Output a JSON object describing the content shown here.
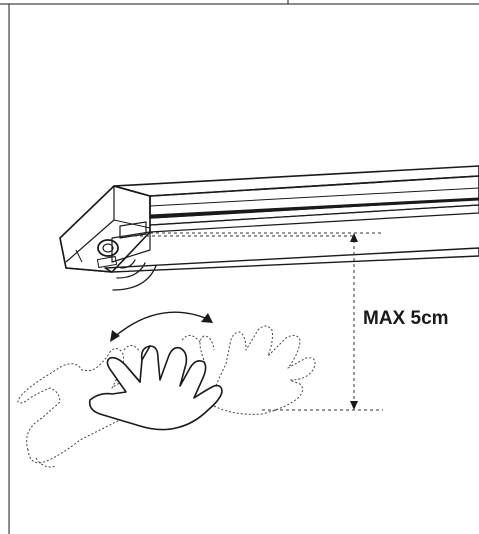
{
  "dimension": {
    "label": "MAX 5cm"
  },
  "colors": {
    "line": "#1a1a1a",
    "dashed": "#333333",
    "background": "#ffffff"
  },
  "icons": {
    "fixture": "led-light-bar",
    "sensor": "motion-sensor",
    "gesture": "hand-wave-gesture"
  }
}
